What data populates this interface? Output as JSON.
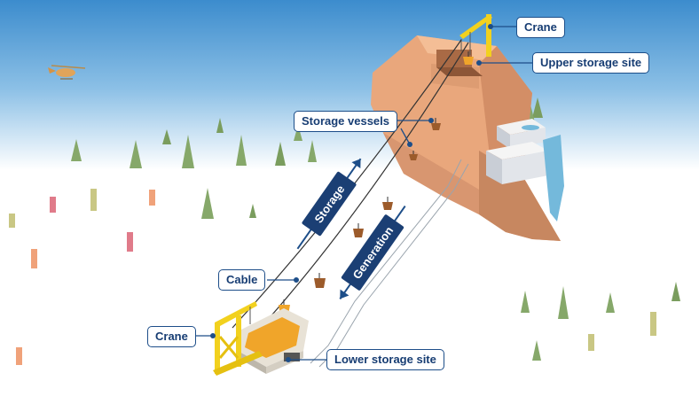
{
  "labels": {
    "crane_top": "Crane",
    "upper_storage_site": "Upper storage site",
    "storage_vessels": "Storage vessels",
    "cable": "Cable",
    "crane_bottom": "Crane",
    "lower_storage_site": "Lower storage site"
  },
  "arrows": {
    "storage": "Storage",
    "generation": "Generation"
  },
  "colors": {
    "sky": "#3c8ccd",
    "cliff": "#e9a77c",
    "cliff_shadow": "#c78760",
    "crane": "#f2d11e",
    "vessel": "#9c5b2b",
    "bulk_material": "#f0a52a",
    "callout_border": "#1d4e89",
    "arrow_badge": "#1b3f74",
    "tree": "#86a86a",
    "waterfall": "#74b9db"
  }
}
